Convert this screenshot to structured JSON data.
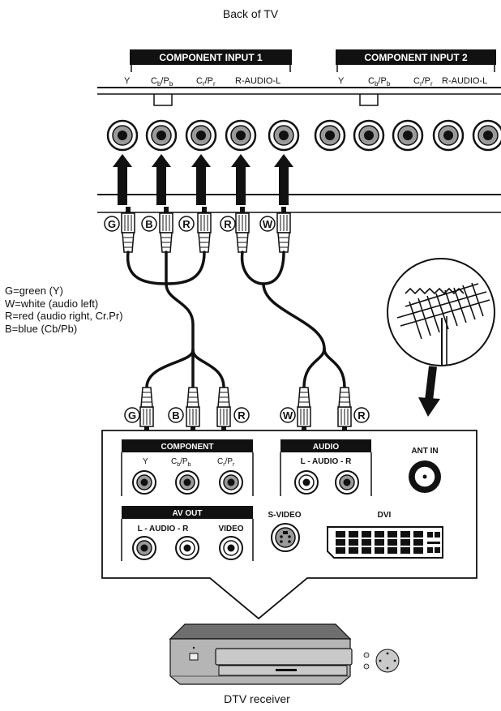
{
  "title_top": "Back of TV",
  "title_bottom": "DTV receiver",
  "tv_panel": {
    "input1_title": "COMPONENT INPUT 1",
    "input2_title": "COMPONENT INPUT 2",
    "port_y": "Y",
    "port_cb_main": "C",
    "port_cb_sub1": "b",
    "port_cb_mid": "/P",
    "port_cb_sub2": "b",
    "port_cr_main": "C",
    "port_cr_sub1": "r",
    "port_cr_mid": "/P",
    "port_cr_sub2": "r",
    "port_audio": "R-AUDIO-L"
  },
  "plug_letters": {
    "green": "G",
    "blue": "B",
    "red": "R",
    "white": "W"
  },
  "legend": [
    "G=green (Y)",
    "W=white (audio left)",
    "R=red (audio right, Cr.Pr)",
    "B=blue (Cb/Pb)"
  ],
  "receiver_panel": {
    "component_title": "COMPONENT",
    "comp_y": "Y",
    "audio_title": "AUDIO",
    "audio_sub": "L - AUDIO - R",
    "ant_in": "ANT IN",
    "avout_title": "AV OUT",
    "avout_audio": "L - AUDIO - R",
    "avout_video": "VIDEO",
    "svideo": "S-VIDEO",
    "dvi": "DVI"
  },
  "colors": {
    "ink": "#111111",
    "background": "#ffffff",
    "jack_gray": "#9a9a9a",
    "arrow": "#111111"
  }
}
